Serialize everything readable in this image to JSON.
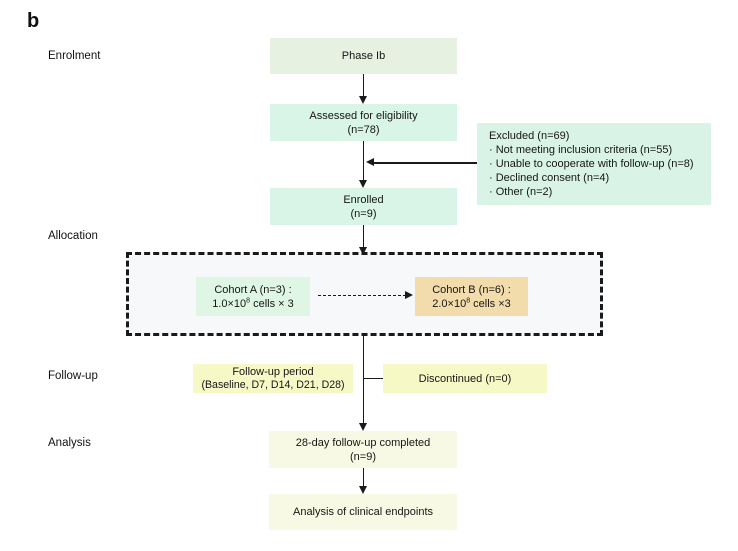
{
  "panel_label": "b",
  "stages": {
    "enrolment": "Enrolment",
    "allocation": "Allocation",
    "follow_up": "Follow-up",
    "analysis": "Analysis"
  },
  "boxes": {
    "phase": {
      "title": "Phase Ib"
    },
    "assessed": {
      "line1": "Assessed for eligibility",
      "line2": "(n=78)"
    },
    "excluded": {
      "title": "Excluded (n=69)",
      "bullets": [
        "· Not meeting inclusion criteria (n=55)",
        "· Unable to cooperate with follow-up (n=8)",
        "· Declined consent (n=4)",
        "· Other (n=2)"
      ]
    },
    "enrolled": {
      "line1": "Enrolled",
      "line2": "(n=9)"
    },
    "cohort_a": {
      "line1": "Cohort A (n=3) :",
      "dose_base": "1.0×10",
      "dose_exp": "8",
      "dose_rest": " cells × 3"
    },
    "cohort_b": {
      "line1": "Cohort B (n=6) :",
      "dose_base": "2.0×10",
      "dose_exp": "8",
      "dose_rest": " cells ×3"
    },
    "follow_up_period": {
      "line1": "Follow-up period",
      "line2": "(Baseline, D7, D14, D21, D28)"
    },
    "discontinued": {
      "line1": "Discontinued (n=0)"
    },
    "completed": {
      "line1": "28-day follow-up completed",
      "line2": "(n=9)"
    },
    "endpoints": {
      "line1": "Analysis of clinical endpoints"
    }
  },
  "colors": {
    "phase_box": "#e6f1e1",
    "mint_box": "#d9f5e7",
    "excluded_box": "#d9f3e6",
    "cohort_a_box": "#def6e3",
    "cohort_b_box": "#f3dcab",
    "follow_up_box": "#f6f9c6",
    "analysis_box": "#f8f9e4",
    "allocation_panel_bg": "#f6f8f9",
    "line": "#1a1a1a"
  }
}
